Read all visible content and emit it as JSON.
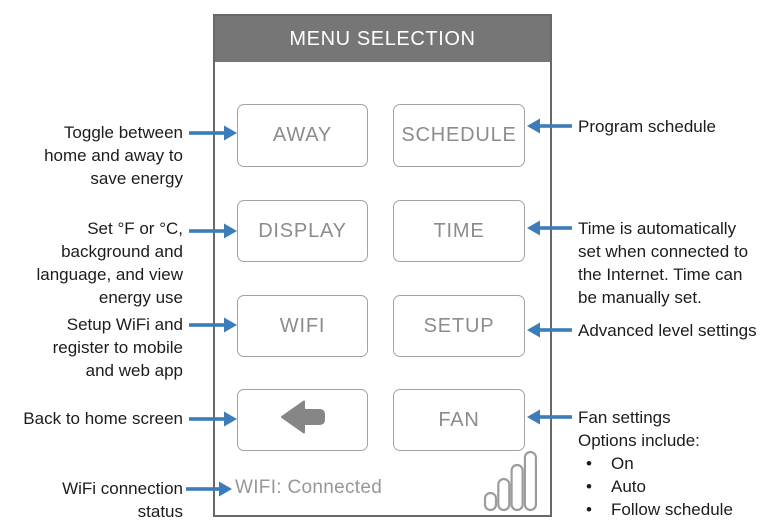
{
  "panel": {
    "title": "MENU SELECTION",
    "buttons": {
      "away": "AWAY",
      "schedule": "SCHEDULE",
      "display": "DISPLAY",
      "time": "TIME",
      "wifi": "WIFI",
      "setup": "SETUP",
      "fan": "FAN"
    },
    "back_icon": "back-arrow-icon",
    "status": "WIFI: Connected",
    "signal_icon": "wifi-signal-bars-icon"
  },
  "left_annotations": [
    {
      "lines": [
        "Toggle between",
        "home and away to",
        "save energy"
      ]
    },
    {
      "lines": [
        "Set °F or °C,",
        "background and",
        "language, and view",
        "energy use"
      ]
    },
    {
      "lines": [
        "Setup WiFi and",
        "register to mobile",
        "and web app"
      ]
    },
    {
      "lines": [
        "Back to home screen"
      ]
    },
    {
      "lines": [
        "WiFi connection",
        "status"
      ]
    }
  ],
  "right_annotations": [
    {
      "lines": [
        "Program schedule"
      ]
    },
    {
      "lines": [
        "Time is automatically",
        "set when connected to",
        "the Internet. Time can",
        "be manually set."
      ]
    },
    {
      "lines": [
        "Advanced level settings"
      ]
    },
    {
      "lines": [
        "Fan settings",
        "Options include:"
      ],
      "bullets": [
        "On",
        "Auto",
        "Follow schedule"
      ]
    }
  ],
  "colors": {
    "header_bg": "#767676",
    "panel_border": "#686868",
    "button_border": "#a3a3a3",
    "button_text": "#8c8c8c",
    "status_text": "#979797",
    "arrow_blue": "#3c7cb8",
    "back_icon": "#868686",
    "signal_bars": "#9c9c9c",
    "annotation_text": "#1c1c1c"
  }
}
